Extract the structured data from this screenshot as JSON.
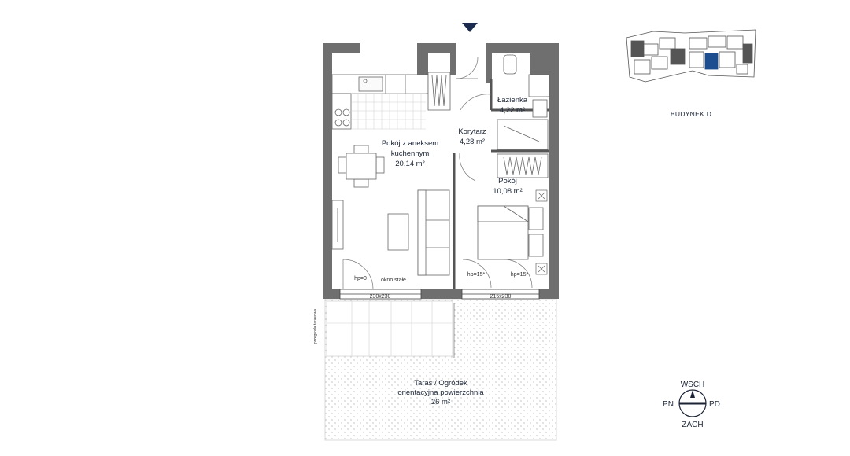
{
  "rooms": {
    "living": {
      "name_line1": "Pokój z aneksem",
      "name_line2": "kuchennym",
      "area": "20,14 m²"
    },
    "corridor": {
      "name": "Korytarz",
      "area": "4,28 m²"
    },
    "bathroom": {
      "name": "Łazienka",
      "area": "4,22 m²"
    },
    "bedroom": {
      "name": "Pokój",
      "area": "10,08 m²"
    },
    "terrace": {
      "name_line1": "Taras / Ogródek",
      "name_line2": "orientacyjna powierzchnia",
      "area": "26 m²"
    }
  },
  "annotations": {
    "window_fixed": "okno stałe",
    "hp_left": "hp=0",
    "hp_mid": "hp=15*",
    "hp_right": "hp=15*",
    "window_left_dim": "230x230",
    "window_right_dim": "215x230",
    "terrace_partition": "przegroda tarasowa"
  },
  "building_label": "BUDYNEK D",
  "compass": {
    "north": "WSCH",
    "south": "ZACH",
    "west": "PN",
    "east": "PD"
  },
  "colors": {
    "wall": "#6f6f6f",
    "ink": "#1b2436",
    "highlight": "#1d4e8f",
    "entrance": "#1b2b4d"
  }
}
